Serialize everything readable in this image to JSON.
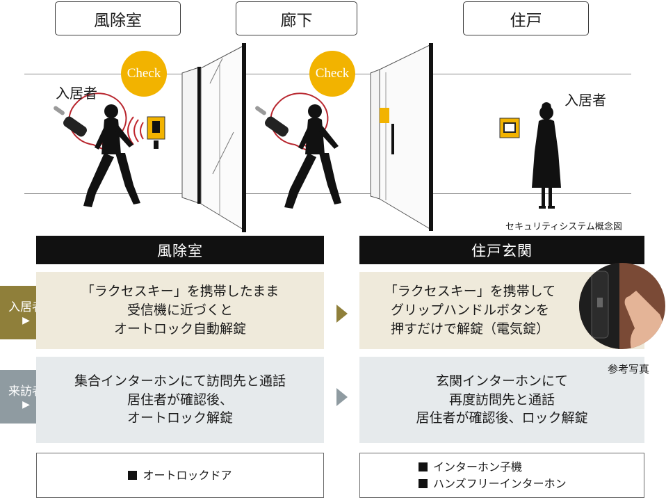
{
  "locations": [
    "風除室",
    "廊下",
    "住戸"
  ],
  "check_label": "Check",
  "resident_label": "入居者",
  "diagram_caption": "セキュリティシステム概念図",
  "sections": {
    "left_header": "風除室",
    "right_header": "住戸玄関"
  },
  "rows": {
    "resident": {
      "label": "入居者",
      "left": [
        "「ラクセスキー」を携帯したまま",
        "受信機に近づくと",
        "オートロック自動解錠"
      ],
      "right": [
        "「ラクセスキー」を携帯して",
        "グリップハンドルボタンを",
        "押すだけで解錠（電気錠）"
      ]
    },
    "visitor": {
      "label": "来訪者",
      "left": [
        "集合インターホンにて訪問先と通話",
        "居住者が確認後、",
        "オートロック解錠"
      ],
      "right": [
        "玄関インターホンにて",
        "再度訪問先と通話",
        "居住者が確認後、ロック解錠"
      ]
    }
  },
  "photo_caption": "参考写真",
  "legend": {
    "left": [
      "オートロックドア"
    ],
    "right": [
      "インターホン子機",
      "ハンズフリーインターホン"
    ]
  },
  "colors": {
    "check": "#f2b300",
    "resident_label_bg": "#8f7f3a",
    "visitor_label_bg": "#8f9ba1",
    "resident_cell_bg": "#efeadb",
    "visitor_cell_bg": "#e6eaec",
    "bubble_border": "#b8262e",
    "header_bg": "#111111"
  },
  "icons": [
    "key-fob-icon",
    "receiver-icon",
    "intercom-icon",
    "signal-waves-icon",
    "arrow-right-icon",
    "square-bullet-icon"
  ]
}
